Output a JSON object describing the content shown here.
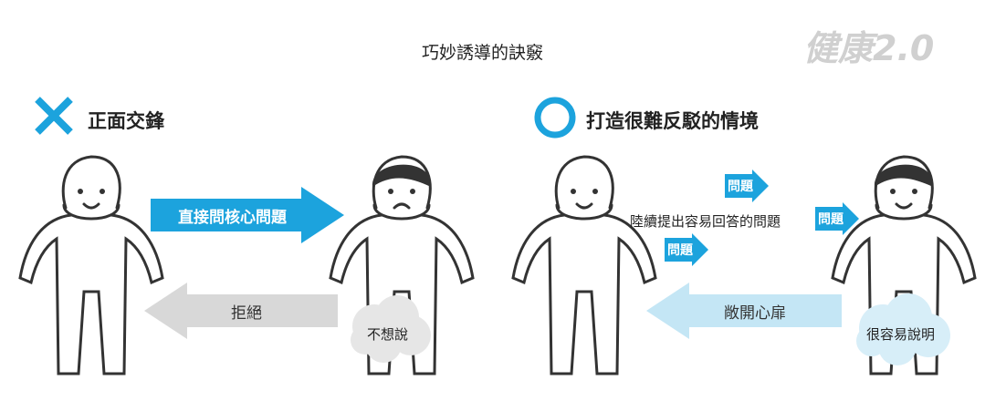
{
  "title": "巧妙誘導的訣竅",
  "logo": "健康2.0",
  "colors": {
    "blue": "#1ca3dd",
    "lightblue": "#c4e6f5",
    "gray": "#d8d8d8",
    "cloud": "#e6e6e6",
    "cloud_blue": "#d7eef8",
    "line": "#333333"
  },
  "left": {
    "heading": "正面交鋒",
    "arrow_forward": "直接問核心問題",
    "arrow_back": "拒絕",
    "cloud": "不想說"
  },
  "right": {
    "heading": "打造很難反駁的情境",
    "middle_text": "陸續提出容易回答的問題",
    "small_arrow": "問題",
    "arrow_back": "敞開心扉",
    "cloud": "很容易說明"
  }
}
